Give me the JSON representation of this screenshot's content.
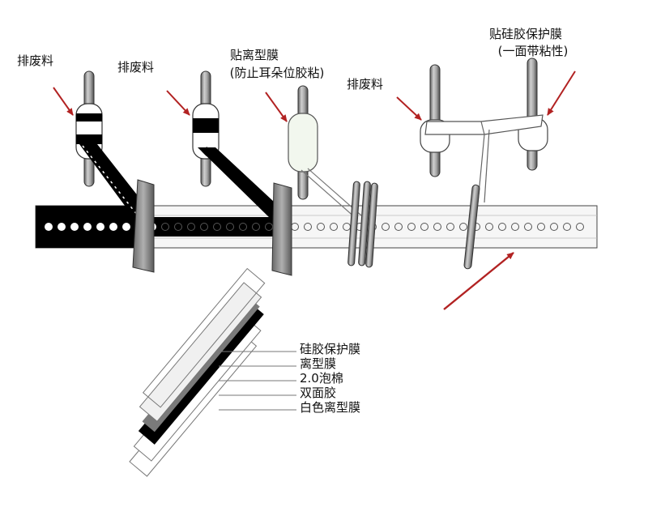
{
  "labels": {
    "waste_1": "排废料",
    "waste_2": "排废料",
    "release_film_title": "贴离型膜",
    "release_film_note": "(防止耳朵位胶粘)",
    "waste_3": "排废料",
    "silicone_film_title": "贴硅胶保护膜",
    "silicone_film_note": "(一面带粘性)"
  },
  "legend": [
    {
      "label": "硅胶保护膜"
    },
    {
      "label": "离型膜"
    },
    {
      "label": "2.0泡棉"
    },
    {
      "label": "双面胶"
    },
    {
      "label": "白色离型膜"
    }
  ],
  "colors": {
    "arrow": "#b22222",
    "ink": "#111111",
    "strip": "#f6f6f6",
    "foam_black": "#000000",
    "foam_grey": "#7a7a7a"
  }
}
